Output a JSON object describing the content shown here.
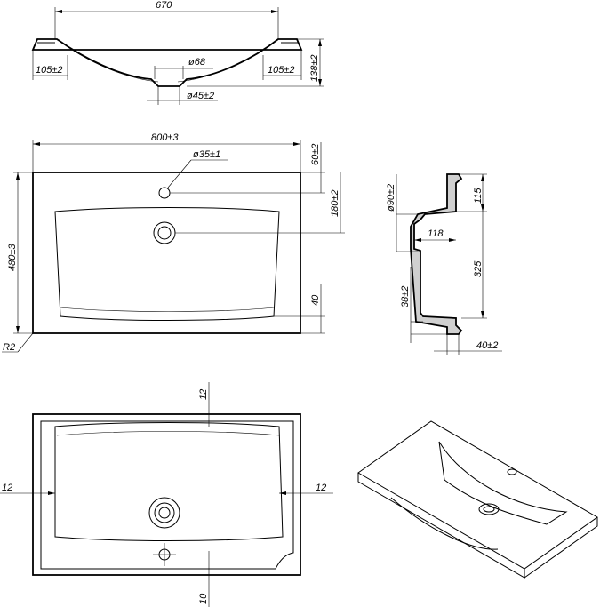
{
  "dimensions": {
    "top_width": "670",
    "top_left_rim": "105±2",
    "top_right_rim": "105±2",
    "top_drain_top": "ø68",
    "top_drain_bottom": "ø45±2",
    "top_height": "138±2",
    "plan_width": "800±3",
    "plan_tap_hole": "ø35±1",
    "plan_height": "480±3",
    "plan_corner_radius": "R2",
    "plan_tap_offset": "60±2",
    "plan_drain_offset": "180±2",
    "plan_front_margin": "40",
    "side_depth_top": "115",
    "side_overflow": "ø90±2",
    "side_inner": "118",
    "side_depth": "325",
    "side_drain": "38±2",
    "side_rim": "40±2",
    "bottom_top_gap": "12",
    "bottom_left_gap": "12",
    "bottom_right_gap": "12",
    "bottom_bottom_gap": "10"
  },
  "colors": {
    "line": "#000000",
    "background": "#ffffff"
  }
}
